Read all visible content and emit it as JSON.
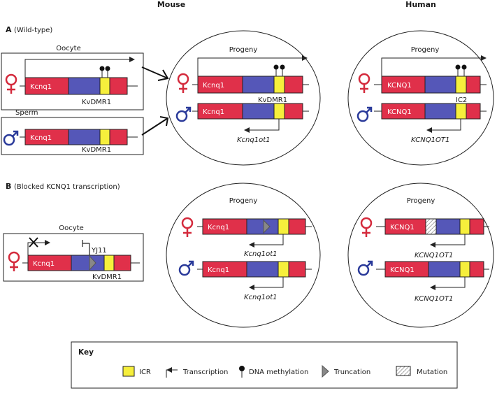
{
  "headers": {
    "mouse": "Mouse",
    "human": "Human"
  },
  "section_a": {
    "letter": "A",
    "title": "(Wild-type)"
  },
  "section_b": {
    "letter": "B",
    "title": "(Blocked KCNQ1 transcription)"
  },
  "labels": {
    "oocyte": "Oocyte",
    "sperm": "Sperm",
    "progeny": "Progeny",
    "kcnq1_mouse": "Kcnq1",
    "kcnq1_human": "KCNQ1",
    "kvdmr1": "KvDMR1",
    "ic2": "IC2",
    "kcnq1ot1_mouse": "Kcnq1ot1",
    "kcnq1ot1_human": "KCNQ1OT1",
    "yj11": "YJ11"
  },
  "key": {
    "title": "Key",
    "items": [
      {
        "label": "ICR",
        "icon": "yellow-box"
      },
      {
        "label": "Transcription",
        "icon": "transcription-arrow-icon"
      },
      {
        "label": "DNA methylation",
        "icon": "lollipop-icon"
      },
      {
        "label": "Truncation",
        "icon": "triangle-icon"
      },
      {
        "label": "Mutation",
        "icon": "hatched-box-icon"
      }
    ]
  },
  "colors": {
    "gene_red": "#e0304a",
    "region_blue": "#5557b8",
    "icr_yellow": "#f6ef3c",
    "female_red": "#d42a3c",
    "male_blue": "#2a3a9a"
  }
}
